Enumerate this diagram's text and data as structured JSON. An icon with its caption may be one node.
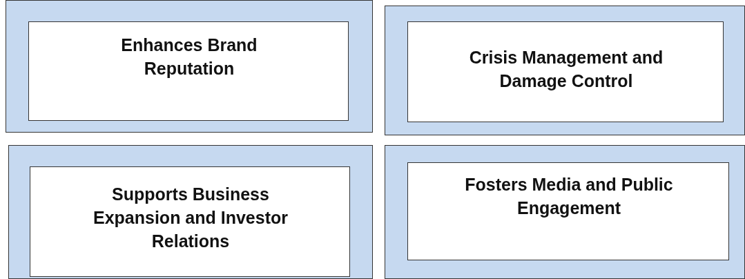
{
  "diagram": {
    "nodes": [
      {
        "text": [],
        "shape": "box"
      },
      {
        "text": [
          "Enhances Brand Reputation"
        ],
        "in": 0
      },
      {
        "text": [],
        "shape": "box"
      },
      {
        "text": [
          "Crisis Management and Damage Control"
        ],
        "in": 2
      },
      {
        "text": [],
        "shape": "box"
      },
      {
        "text": [
          "Supports Business Expansion and Investor Relations"
        ],
        "in": 4
      },
      {
        "text": [],
        "shape": "box"
      },
      {
        "text": [
          "Fosters Media and Public Engagement"
        ],
        "in": 6
      }
    ]
  }
}
